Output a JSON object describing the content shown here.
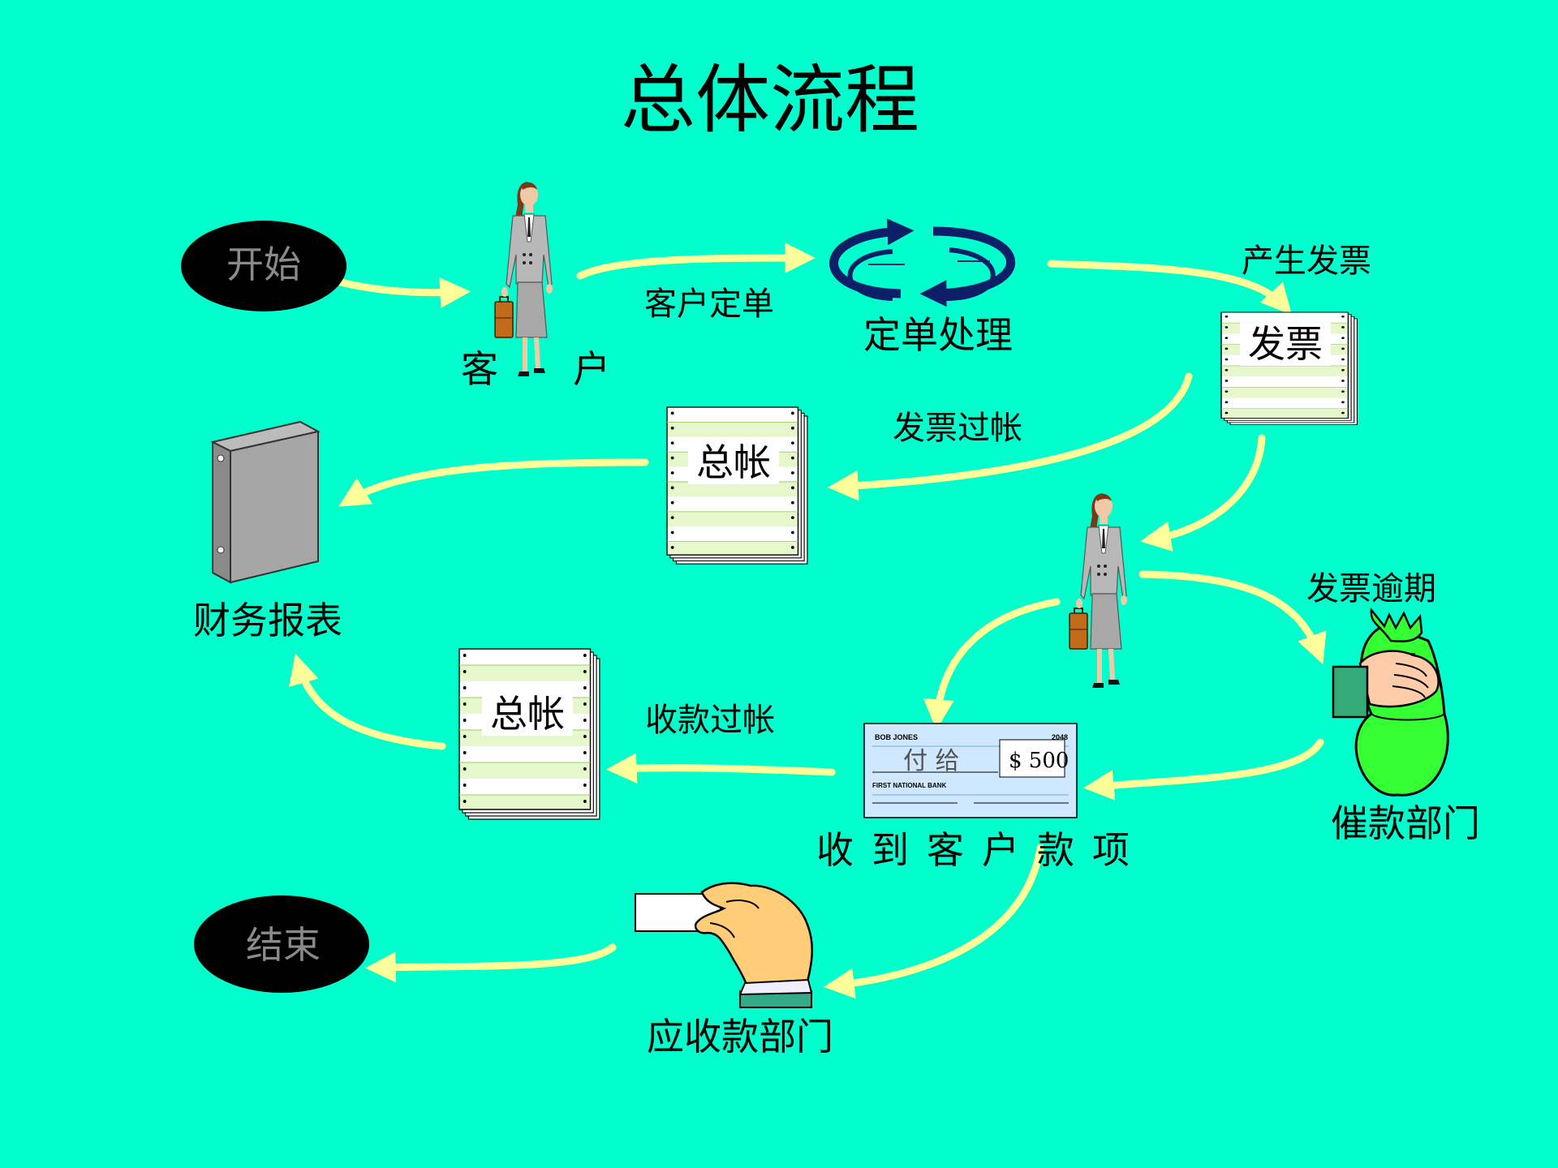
{
  "title": "总体流程",
  "nodes": {
    "start": "开始",
    "customer": "客　　户",
    "order_processing": "定单处理",
    "invoice": "发票",
    "ledger_top": "总帐",
    "financial_report": "财务报表",
    "ledger_bottom": "总帐",
    "receive_payment": "收到客户款项",
    "collection_dept": "催款部门",
    "ar_dept": "应收款部门",
    "end": "结束"
  },
  "edges": {
    "customer_order": "客户定单",
    "generate_invoice": "产生发票",
    "invoice_posting": "发票过帐",
    "invoice_overdue": "发票逾期",
    "receipt_posting": "收款过帐"
  },
  "check": {
    "name": "BOB JONES",
    "number": "2048",
    "pay_to": "付 给",
    "amount": "$ 500",
    "bank": "FIRST NATIONAL BANK"
  },
  "colors": {
    "background": "#00ffcc",
    "arrow": "#ffff99",
    "oval": "#000000",
    "order_cycle": "#0d1f66",
    "money_bag": "#33ff33"
  }
}
